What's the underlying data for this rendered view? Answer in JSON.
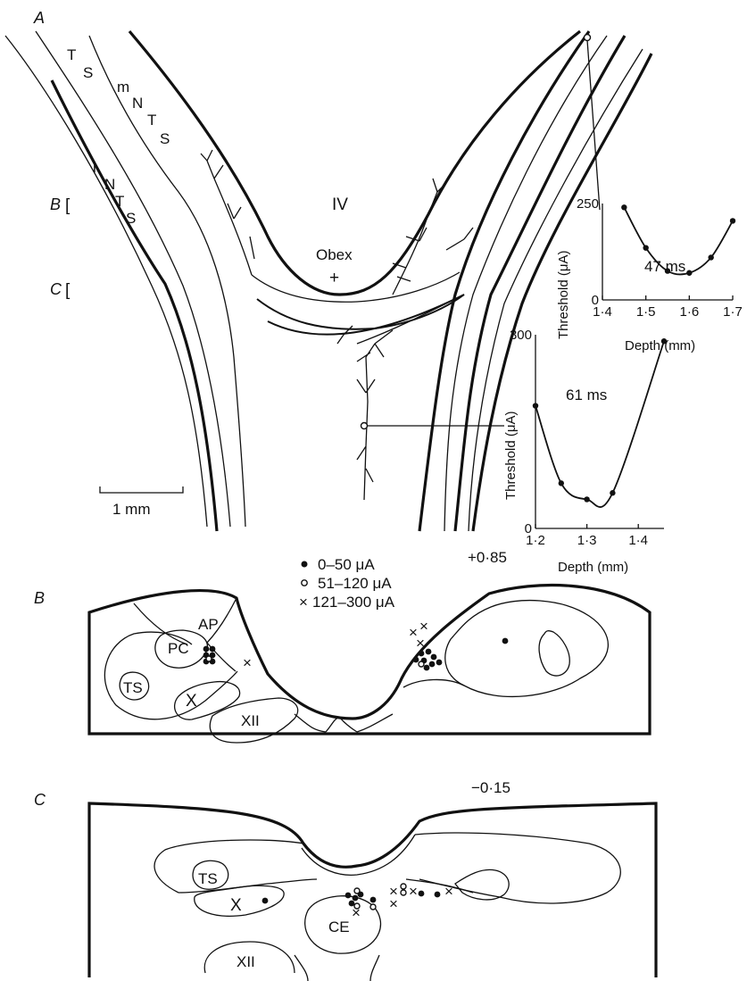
{
  "panels": {
    "a": {
      "letter": "A",
      "labels": {
        "t1": "T",
        "s1": "S",
        "m": "m",
        "n2": "N",
        "t2": "T",
        "s2": "S",
        "l": "l",
        "n3": "N",
        "t3": "T",
        "s3": "S",
        "iv": "IV",
        "obex": "Obex",
        "obex_mark": "+",
        "level_b": "B",
        "level_c": "C",
        "bracket": "[",
        "scale_bar": "1 mm"
      }
    },
    "b": {
      "letter": "B",
      "level": "+0·85",
      "labels": {
        "ap": "AP",
        "pc": "PC",
        "ts": "TS",
        "x": "X",
        "xii": "XII"
      },
      "legend": [
        {
          "symbol": "●",
          "text": "0–50 μA"
        },
        {
          "symbol": "○",
          "text": "51–120 μA"
        },
        {
          "symbol": "×",
          "text": "121–300 μA"
        }
      ]
    },
    "c": {
      "letter": "C",
      "level": "−0·15",
      "labels": {
        "ts": "TS",
        "x": "X",
        "ce": "CE",
        "xii": "XII"
      }
    }
  },
  "chart_data": [
    {
      "type": "line",
      "annotation": "47 ms",
      "xlabel": "Depth (mm)",
      "ylabel": "Threshold (μA)",
      "xlim": [
        1.4,
        1.7
      ],
      "ylim": [
        0,
        250
      ],
      "xticks": [
        "1·4",
        "1·5",
        "1·6",
        "1·7"
      ],
      "yticks": [
        "0",
        "250"
      ],
      "x": [
        1.45,
        1.5,
        1.55,
        1.6,
        1.65,
        1.7
      ],
      "y": [
        240,
        135,
        75,
        70,
        110,
        205
      ]
    },
    {
      "type": "line",
      "annotation": "61 ms",
      "xlabel": "Depth (mm)",
      "ylabel": "Threshold (μA)",
      "xlim": [
        1.2,
        1.45
      ],
      "ylim": [
        0,
        300
      ],
      "xticks": [
        "1·2",
        "1·3",
        "1·4"
      ],
      "yticks": [
        "0",
        "300"
      ],
      "x": [
        1.2,
        1.25,
        1.3,
        1.35,
        1.45
      ],
      "y": [
        190,
        70,
        45,
        55,
        290
      ]
    }
  ]
}
